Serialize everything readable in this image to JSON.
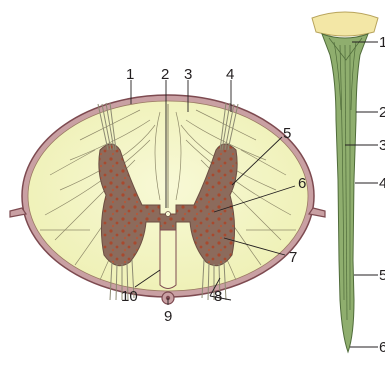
{
  "cross_section": {
    "labels": [
      "1",
      "2",
      "3",
      "4",
      "5",
      "6",
      "7",
      "8",
      "9",
      "10"
    ]
  },
  "longitudinal": {
    "labels": [
      "1",
      "2",
      "3",
      "4",
      "5",
      "6"
    ]
  },
  "colors": {
    "white_matter": "#f4f5c6",
    "gray_matter": "#8c6b5c",
    "gray_spots": "#a8492e",
    "membrane": "#c9a0a3",
    "membrane_edge": "#7d4a50",
    "cord_green": "#8fae6e",
    "cord_dark": "#4f6b3a",
    "brain_yellow": "#f3e7a6",
    "line": "#231f20"
  }
}
